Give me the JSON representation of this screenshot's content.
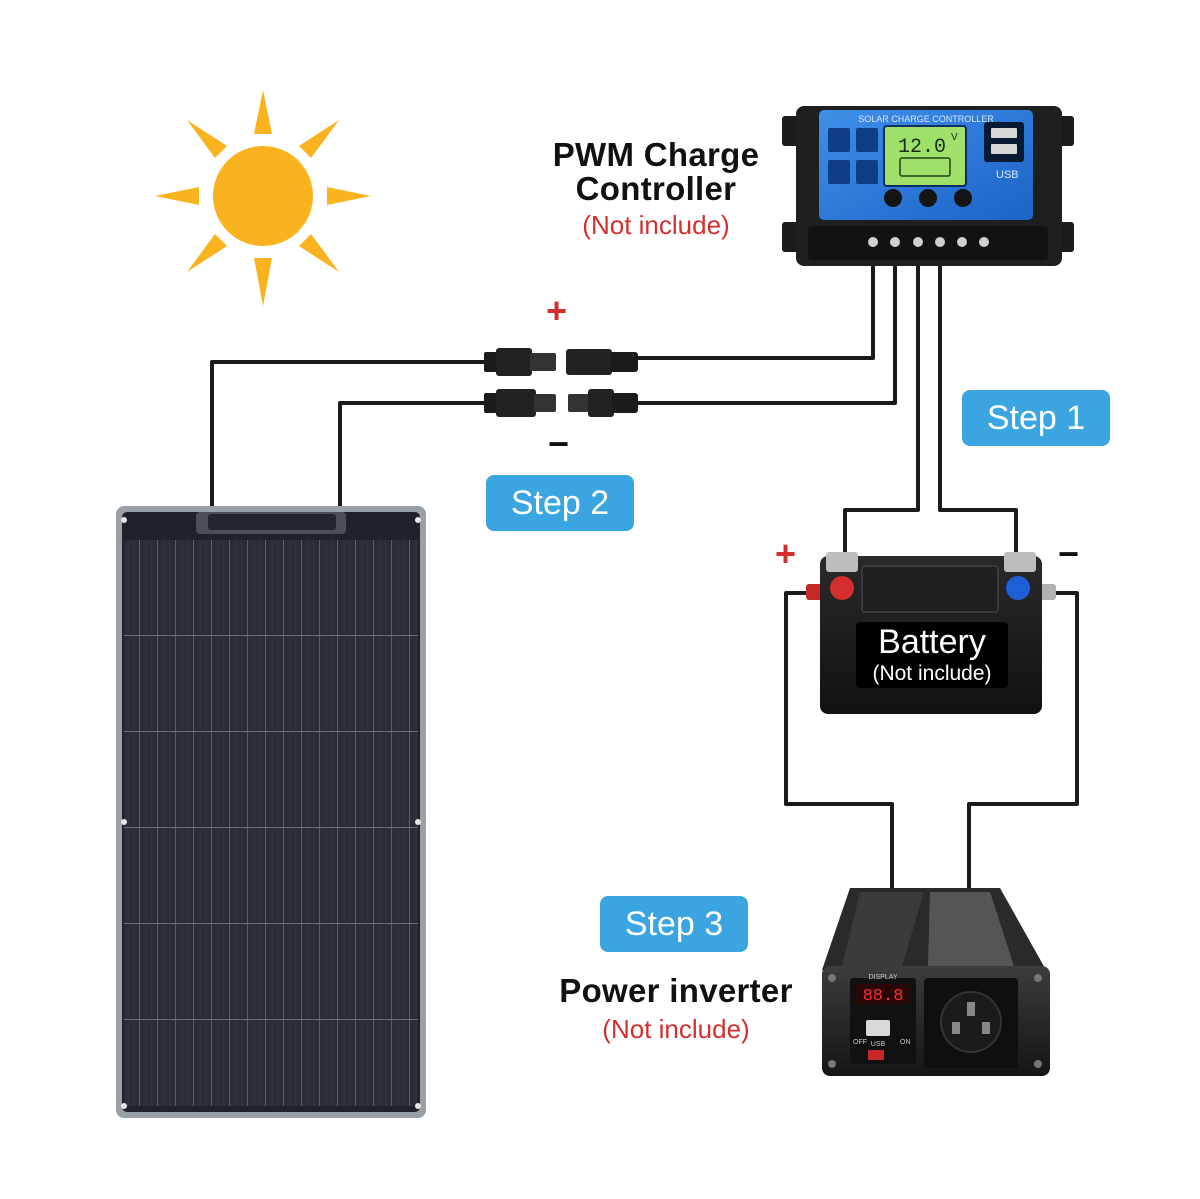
{
  "colors": {
    "accent_blue": "#3aa5e0",
    "note_red": "#d32f2f",
    "sun": "#fbb21f",
    "wire": "#1b1b1b",
    "positive": "#d32f2f",
    "negative": "#111111"
  },
  "labels": {
    "controller_title_line1": "PWM Charge",
    "controller_title_line2": "Controller",
    "controller_note": "(Not include)",
    "battery_title": "Battery",
    "battery_note": "(Not include)",
    "inverter_title": "Power inverter",
    "inverter_note": "(Not include)"
  },
  "steps": {
    "step1": "Step 1",
    "step2": "Step 2",
    "step3": "Step 3"
  },
  "polarity": {
    "plus": "+",
    "minus": "−"
  },
  "controller_device": {
    "header": "SOLAR CHARGE CONTROLLER",
    "lcd_value": "12.0",
    "lcd_unit": "V",
    "usb": "USB"
  },
  "inverter_device": {
    "display_label": "DISPLAY",
    "display_value": "88.8",
    "switch_off": "OFF",
    "switch_on": "ON",
    "usb": "USB"
  },
  "icons": [
    "sun-icon",
    "solar-panel",
    "mc4-connector",
    "charge-controller",
    "battery",
    "power-inverter"
  ]
}
